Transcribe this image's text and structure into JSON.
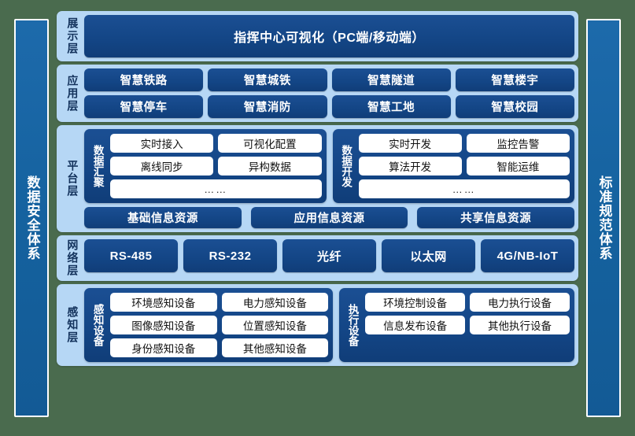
{
  "background_color": "#4a6b4e",
  "accent_dark_blue": "#134585",
  "accent_light_blue": "#b6d7f5",
  "pillar_blue": "#15629f",
  "left_pillar": {
    "label": "数据安全体系"
  },
  "right_pillar": {
    "label": "标准规范体系"
  },
  "layers": [
    {
      "id": "display",
      "label": "展示层",
      "boxes": [
        "指挥中心可视化（PC端/移动端）"
      ]
    },
    {
      "id": "application",
      "label": "应用层",
      "row1": [
        "智慧铁路",
        "智慧城铁",
        "智慧隧道",
        "智慧楼宇"
      ],
      "row2": [
        "智慧停车",
        "智慧消防",
        "智慧工地",
        "智慧校园"
      ]
    },
    {
      "id": "platform",
      "label": "平台层",
      "groups": [
        {
          "label": "数据汇聚",
          "row1": [
            "实时接入",
            "可视化配置"
          ],
          "row2": [
            "离线同步",
            "异构数据"
          ],
          "row3": [
            "……"
          ]
        },
        {
          "label": "数据开发",
          "row1": [
            "实时开发",
            "监控告警"
          ],
          "row2": [
            "算法开发",
            "智能运维"
          ],
          "row3": [
            "……"
          ]
        }
      ],
      "resources": [
        "基础信息资源",
        "应用信息资源",
        "共享信息资源"
      ]
    },
    {
      "id": "network",
      "label": "网络层",
      "boxes": [
        "RS-485",
        "RS-232",
        "光纤",
        "以太网",
        "4G/NB-IoT"
      ]
    },
    {
      "id": "sensing",
      "label": "感知层",
      "groups": [
        {
          "label": "感知设备",
          "row1": [
            "环境感知设备",
            "电力感知设备"
          ],
          "row2": [
            "图像感知设备",
            "位置感知设备"
          ],
          "row3": [
            "身份感知设备",
            "其他感知设备"
          ]
        },
        {
          "label": "执行设备",
          "row1": [
            "环境控制设备",
            "电力执行设备"
          ],
          "row2": [
            "信息发布设备",
            "其他执行设备"
          ]
        }
      ]
    }
  ]
}
